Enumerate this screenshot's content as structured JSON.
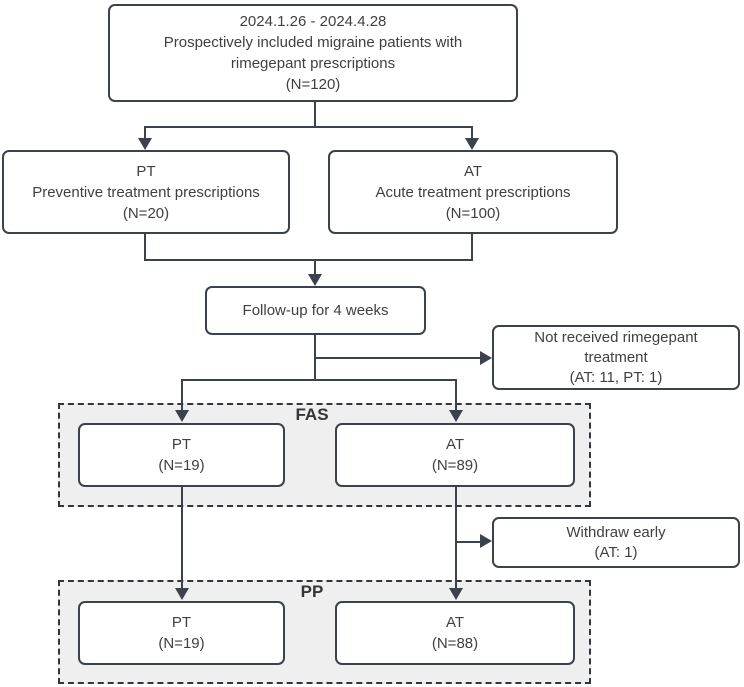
{
  "colors": {
    "line": "#3b424c",
    "box_border": "#3b424c",
    "box_fill": "#ffffff",
    "group_fill": "#efefef",
    "group_border": "#30363e",
    "text": "#404040",
    "label": "#353535"
  },
  "nodes": {
    "enrollment": "2024.1.26 - 2024.4.28\nProspectively included migraine patients with\nrimegepant prescriptions\n(N=120)",
    "pt_prescriptions": "PT\nPreventive treatment prescriptions\n(N=20)",
    "at_prescriptions": "AT\nAcute treatment prescriptions\n(N=100)",
    "follow_up": "Follow-up for 4 weeks",
    "not_received": "Not received rimegepant\ntreatment\n(AT: 11, PT: 1)",
    "withdraw": "Withdraw early\n(AT: 1)",
    "fas_pt": "PT\n(N=19)",
    "fas_at": "AT\n(N=89)",
    "pp_pt": "PT\n(N=19)",
    "pp_at": "AT\n(N=88)"
  },
  "groups": {
    "fas_label": "FAS",
    "pp_label": "PP"
  }
}
